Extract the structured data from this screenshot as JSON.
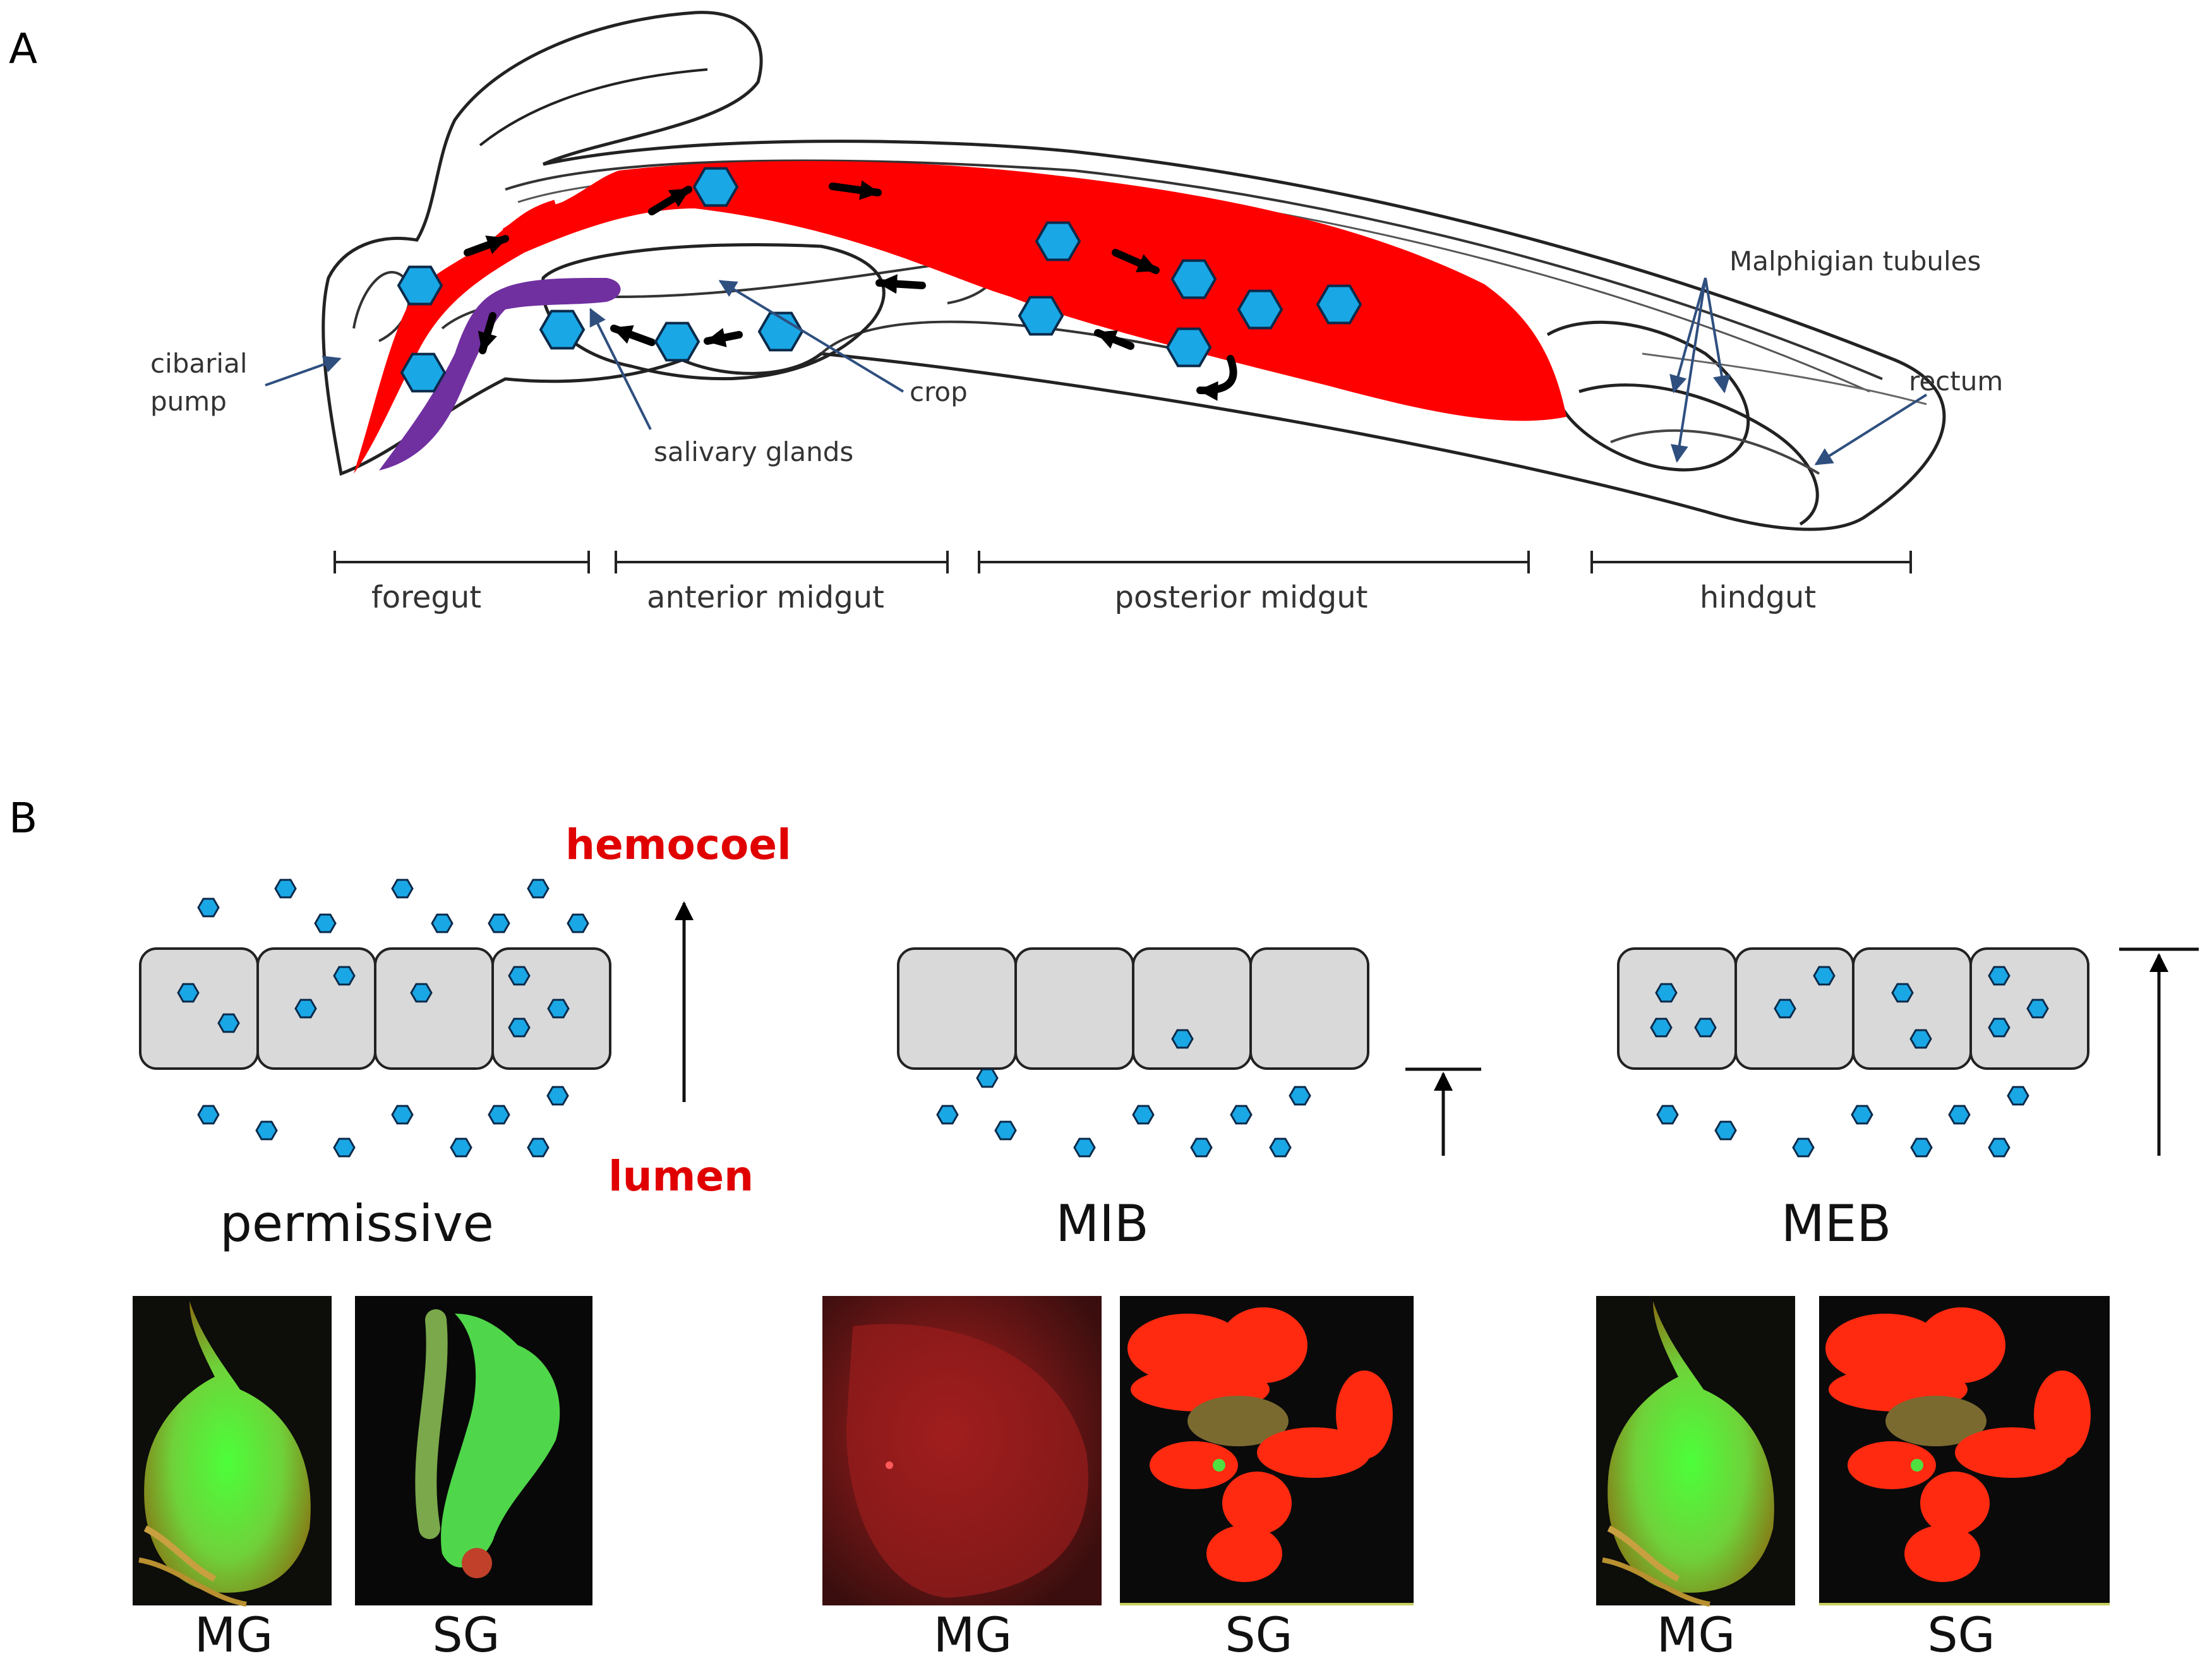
{
  "panel_a": {
    "letter": "A",
    "labels": {
      "cibarial": "cibarial",
      "pump": "pump",
      "salivary_glands": "salivary glands",
      "crop": "crop",
      "malphigian_tubules": "Malphigian tubules",
      "rectum": "rectum"
    },
    "segments": [
      {
        "label": "foregut"
      },
      {
        "label": "anterior midgut"
      },
      {
        "label": "posterior midgut"
      },
      {
        "label": "hindgut"
      }
    ]
  },
  "panel_b": {
    "letter": "B",
    "hemocoel": "hemocoel",
    "lumen": "lumen",
    "colors": {
      "virus": "#1aa7e6",
      "gut": "#ff0000",
      "gland": "#7030a0",
      "cell": "#d9d9d9",
      "label_red": "#e00000"
    },
    "conditions": [
      {
        "name": "permissive",
        "micro": [
          {
            "label": "MG"
          },
          {
            "label": "SG"
          }
        ]
      },
      {
        "name": "MIB",
        "micro": [
          {
            "label": "MG"
          },
          {
            "label": "SG"
          }
        ]
      },
      {
        "name": "MEB",
        "micro": [
          {
            "label": "MG"
          },
          {
            "label": "SG"
          }
        ]
      }
    ]
  }
}
